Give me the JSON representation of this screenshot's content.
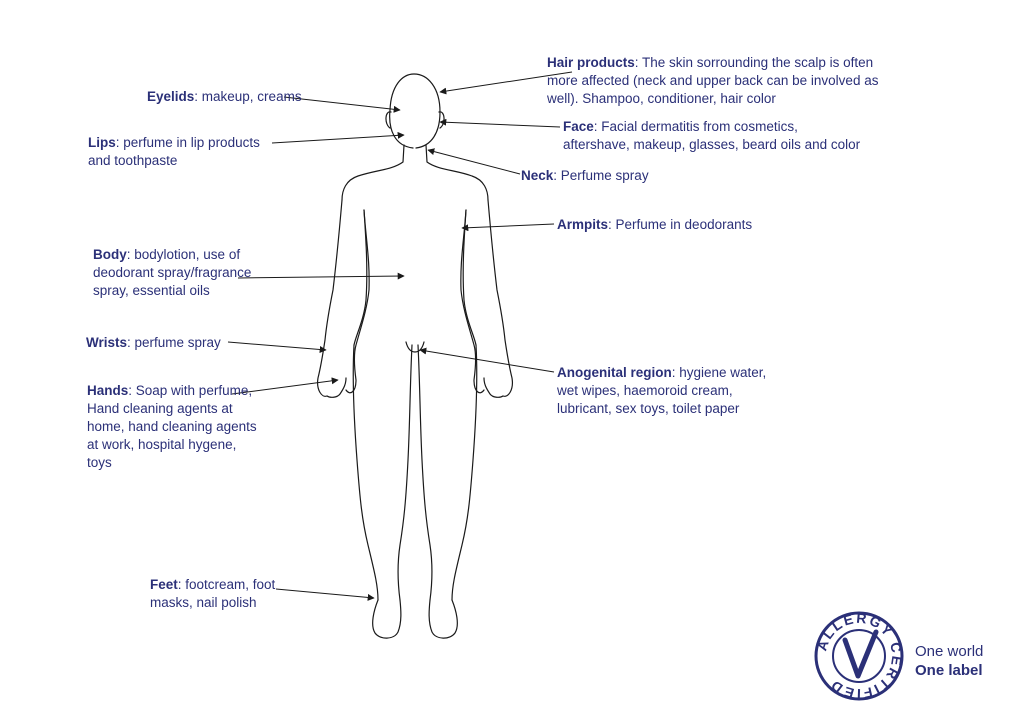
{
  "annotations": [
    {
      "id": "hair",
      "term": "Hair products",
      "desc": ": The skin sorrounding the scalp is often more affected (neck and upper back can be involved as well). Shampoo, conditioner, hair color"
    },
    {
      "id": "eyelids",
      "term": "Eyelids",
      "desc": ": makeup, creams"
    },
    {
      "id": "face",
      "term": "Face",
      "desc": ": Facial dermatitis from cosmetics, aftershave, makeup, glasses, beard oils and color"
    },
    {
      "id": "lips",
      "term": "Lips",
      "desc": ": perfume in lip products and toothpaste"
    },
    {
      "id": "neck",
      "term": "Neck",
      "desc": ": Perfume spray"
    },
    {
      "id": "armpits",
      "term": "Armpits",
      "desc": ": Perfume in deodorants"
    },
    {
      "id": "body",
      "term": "Body",
      "desc": ": bodylotion, use of deodorant spray/fragrance spray, essential oils"
    },
    {
      "id": "wrists",
      "term": "Wrists",
      "desc": ": perfume spray"
    },
    {
      "id": "hands",
      "term": "Hands",
      "desc": ": Soap with perfume, Hand cleaning agents at home, hand cleaning agents at work, hospital hygene, toys"
    },
    {
      "id": "anogenital",
      "term": "Anogenital region",
      "desc": ": hygiene water, wet wipes, haemoroid cream, lubricant, sex toys, toilet paper"
    },
    {
      "id": "feet",
      "term": "Feet",
      "desc": ": footcream, foot masks, nail polish"
    }
  ],
  "logo": {
    "seal_text": "ALLERGY CERTIFIED",
    "line1": "One world",
    "line2": "One label",
    "color": "#2b3078"
  },
  "colors": {
    "text": "#2b3078",
    "outline": "#1a1a1a"
  }
}
